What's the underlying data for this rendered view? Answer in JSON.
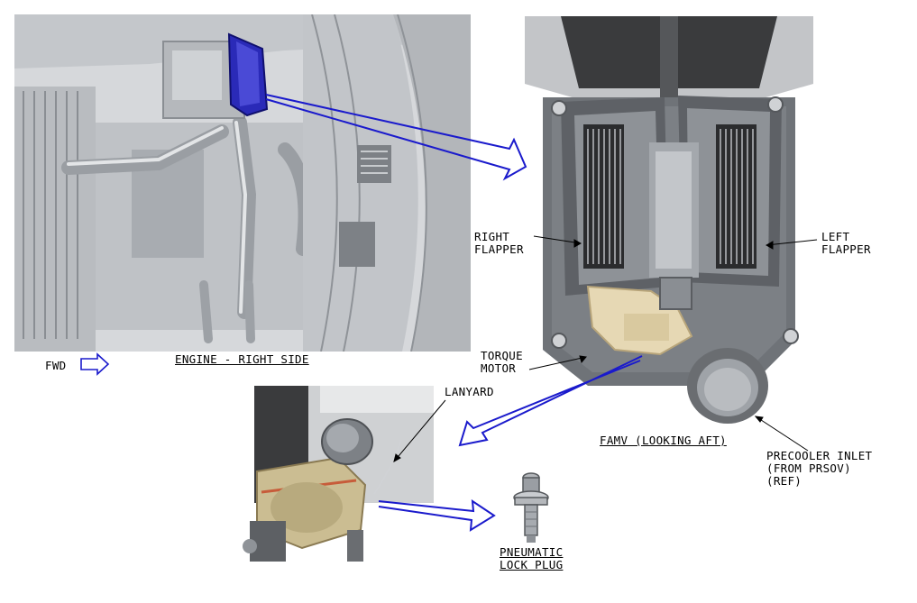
{
  "labels": {
    "engine_view": "ENGINE - RIGHT SIDE",
    "fwd": "FWD",
    "famv_view": "FAMV (LOOKING AFT)",
    "right_flapper": "RIGHT\nFLAPPER",
    "left_flapper": "LEFT\nFLAPPER",
    "torque_motor": "TORQUE\nMOTOR",
    "lanyard": "LANYARD",
    "precooler_inlet": "PRECOOLER INLET\n(FROM PRSOV)\n(REF)",
    "pneumatic_lock_plug": "PNEUMATIC\nLOCK PLUG"
  },
  "colors": {
    "callout_arrow": "#1a1acc",
    "highlight": "#2a2ab8",
    "metal_light": "#c9ccd1",
    "metal_dark": "#6f7378",
    "actuator": "#e6d8b4"
  }
}
